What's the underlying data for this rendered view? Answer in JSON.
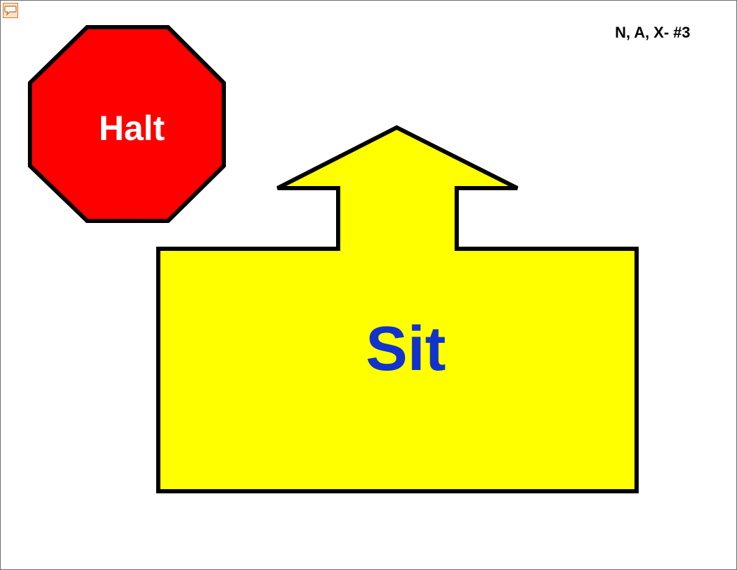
{
  "sign_id": "N, A, X- #3",
  "halt_sign": {
    "label": "Halt",
    "fill_color": "#ff0000",
    "text_color": "#ffffff"
  },
  "sit_sign": {
    "label": "Sit",
    "fill_color": "#ffff00",
    "text_color": "#1133cc"
  },
  "outline_color": "#000000",
  "comment_icon": "speech-bubble-icon"
}
